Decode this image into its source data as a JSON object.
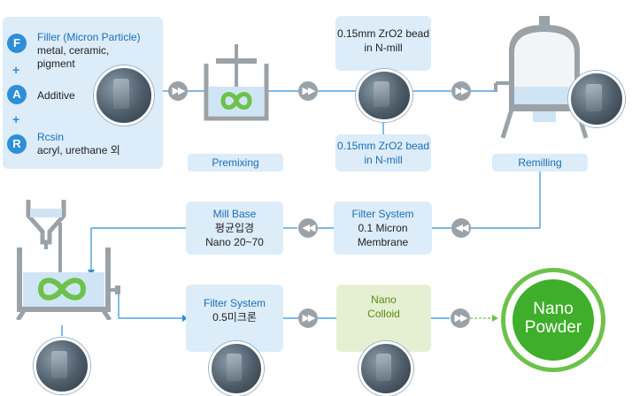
{
  "inputs": {
    "filler": {
      "letter": "F",
      "title": "Filler (Micron Particle)",
      "detail": "metal, ceramic, pigment"
    },
    "additive": {
      "letter": "A",
      "title": "Additive"
    },
    "resin": {
      "letter": "R",
      "title": "Rcsin",
      "detail": "acryl, urethane 외"
    },
    "plus": "+"
  },
  "premixing": {
    "label": "Premixing"
  },
  "bead_mill_top": {
    "line1": "0.15mm ZrO2 bead",
    "line2": "in N-mill"
  },
  "bead_mill_bottom": {
    "line1": "0.15mm ZrO2 bead",
    "line2": "in N-mill"
  },
  "remilling": {
    "label": "Remilling"
  },
  "filter_system_1": {
    "title": "Filter System",
    "line1": "0.1 Micron",
    "line2": "Membrane"
  },
  "mill_base": {
    "title": "Mill Base",
    "line1": "평균입경",
    "line2": "Nano 20~70"
  },
  "filter_system_2": {
    "title": "Filter System",
    "line1": "0.5미크론"
  },
  "nano_colloid": {
    "line1": "Nano",
    "line2": "Colloid"
  },
  "nano_powder": {
    "line1": "Nano",
    "line2": "Powder"
  },
  "icons": {
    "forward": "▶▶",
    "backward": "◀◀"
  },
  "colors": {
    "panel": "#dcecf9",
    "accent": "#2e8fd6",
    "green": "#6cc24a",
    "arrow": "#9aa2a8"
  }
}
